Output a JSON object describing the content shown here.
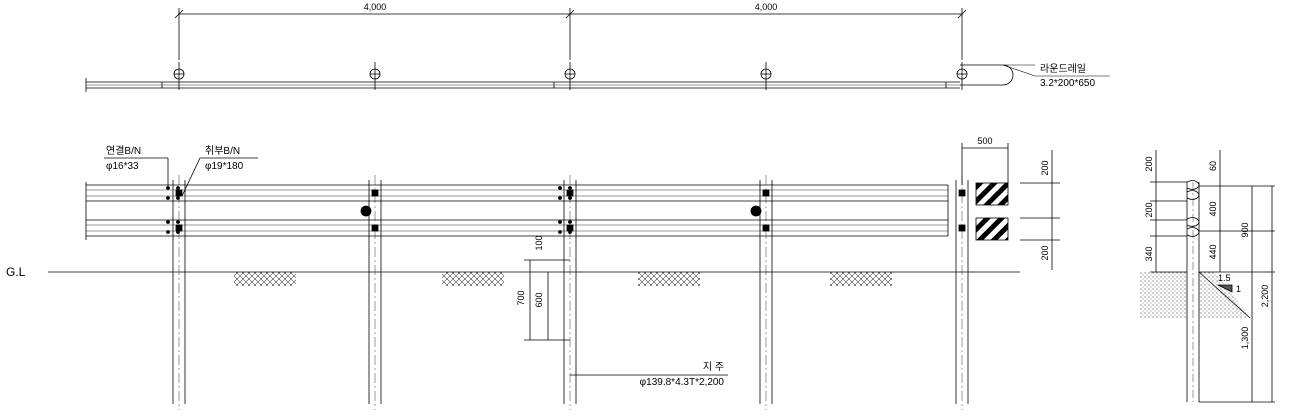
{
  "plan_view": {
    "span_1": "4,000",
    "span_2": "4,000",
    "end_label_name": "라운드레일",
    "end_label_spec": "3.2*200*650"
  },
  "elevation_view": {
    "connect_bolt_name": "연결B/N",
    "connect_bolt_spec": "φ16*33",
    "mount_bolt_name": "취부B/N",
    "mount_bolt_spec": "φ19*180",
    "end_width": "500",
    "right_dim_top": "200",
    "right_dim_bottom": "200",
    "ground_label": "G.L",
    "embed_dim_top": "100",
    "embed_dim_total": "700",
    "embed_dim_inner": "600",
    "post_name": "지 주",
    "post_spec": "φ139.8*4.3T*2,200"
  },
  "section_view": {
    "left_dim_1": "200",
    "left_dim_2": "200",
    "left_dim_3": "340",
    "dim_60": "60",
    "dim_400": "400",
    "dim_440": "440",
    "dim_900": "900",
    "dim_1300": "1,300",
    "dim_2200": "2,200",
    "slope_1": "1.5",
    "slope_2": "1"
  }
}
